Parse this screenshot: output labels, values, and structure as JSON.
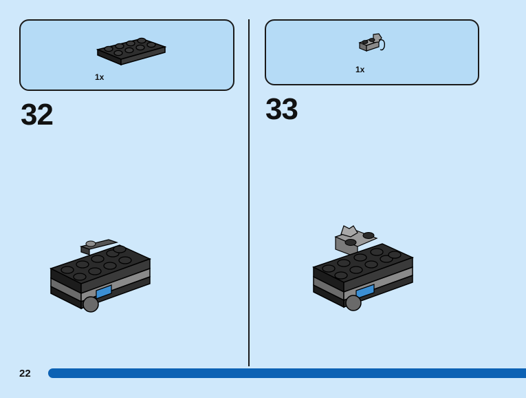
{
  "page_number": "22",
  "steps": [
    {
      "number": "32",
      "parts": [
        {
          "quantity": "1x",
          "part_icon": "black-2x4-plate"
        }
      ],
      "model_icon": "black-car-chassis"
    },
    {
      "number": "33",
      "parts": [
        {
          "quantity": "1x",
          "part_icon": "gray-clip-bracket"
        }
      ],
      "model_icon": "black-car-chassis-with-clip"
    }
  ],
  "colors": {
    "background": "#cfe8fb",
    "parts_box": "#b5dbf6",
    "page_bar": "#0d62b4",
    "brick_black": "#2b2b2b",
    "brick_gray": "#8e8e8e",
    "accent_blue": "#3b8fd4"
  }
}
